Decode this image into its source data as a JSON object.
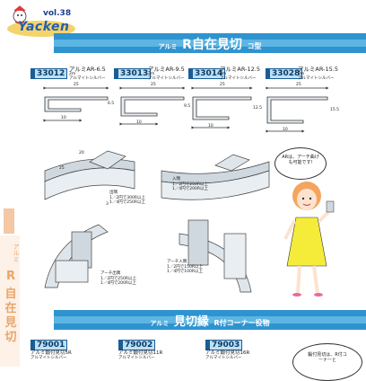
{
  "header": {
    "volume": "vol.38",
    "logo_text": "Yacken"
  },
  "sidebar": {
    "prefix": "アルミ",
    "title_chars": [
      "R",
      "自",
      "在",
      "見",
      "切"
    ]
  },
  "section1": {
    "banner_prefix": "アルミ",
    "banner_title": "R自在見切",
    "banner_suffix": "コ型",
    "products": [
      {
        "code": "33012",
        "name": "アルミAR-6.5",
        "length": "2m",
        "finish": "アルマイトシルバー",
        "dim_top": "25",
        "dim_side": "6.5",
        "dim_bottom": "10"
      },
      {
        "code": "33013",
        "name": "アルミAR-9.5",
        "length": "2m",
        "finish": "アルマイトシルバー",
        "dim_top": "25",
        "dim_side": "9.5",
        "dim_bottom": "10"
      },
      {
        "code": "33014",
        "name": "アルミAR-12.5",
        "length": "2m",
        "finish": "アルマイトシルバー",
        "dim_top": "25",
        "dim_side": "12.5",
        "dim_bottom": "10"
      },
      {
        "code": "33028",
        "name": "アルミAR-15.5",
        "length": "2m",
        "finish": "アルマイトシルバー",
        "dim_top": "25",
        "dim_side": "15.5",
        "dim_bottom": "10"
      }
    ],
    "illustration_dims": {
      "d20": "20",
      "d25": "25",
      "d3": "3"
    },
    "notes": {
      "out_corner": {
        "title": "出隅",
        "lines": [
          "1／2円で300R以上",
          "1／4円で250R以上"
        ]
      },
      "in_corner": {
        "title": "入隅",
        "lines": [
          "1／2円で250R以上",
          "1／4円で200R以上"
        ]
      },
      "arch_out": {
        "title": "アーチ出隅",
        "lines": [
          "1／2円で250R以上",
          "1／4円で200R以上"
        ]
      },
      "arch_in": {
        "title": "アーチ入隅",
        "lines": [
          "1／2円で150R以上",
          "1／4円で100R以上"
        ]
      }
    },
    "speech_bubble": "ARは、アーチ曲げも可能です!"
  },
  "section2": {
    "banner_prefix": "アルミ",
    "banner_title": "見切縁",
    "banner_suffix": "R付コーナー役物",
    "products": [
      {
        "code": "79001",
        "name": "アルミ鍛付見切5R",
        "finish": "アルマイトシルバー"
      },
      {
        "code": "79002",
        "name": "アルミ鍛付見切11R",
        "finish": "アルマイトシルバー"
      },
      {
        "code": "79003",
        "name": "アルミ鍛付見切16R",
        "finish": "アルマイトシルバー"
      }
    ],
    "callout": "鍛付見切は、R付コーナーと"
  },
  "colors": {
    "banner": "#2f93cf",
    "banner_band": "#5cb5e3",
    "code_fill": "#bfe0f4",
    "code_border": "#1a5d96",
    "sidebar_text": "#e9a56a",
    "sidebar_bar": "#f4c7a5"
  }
}
